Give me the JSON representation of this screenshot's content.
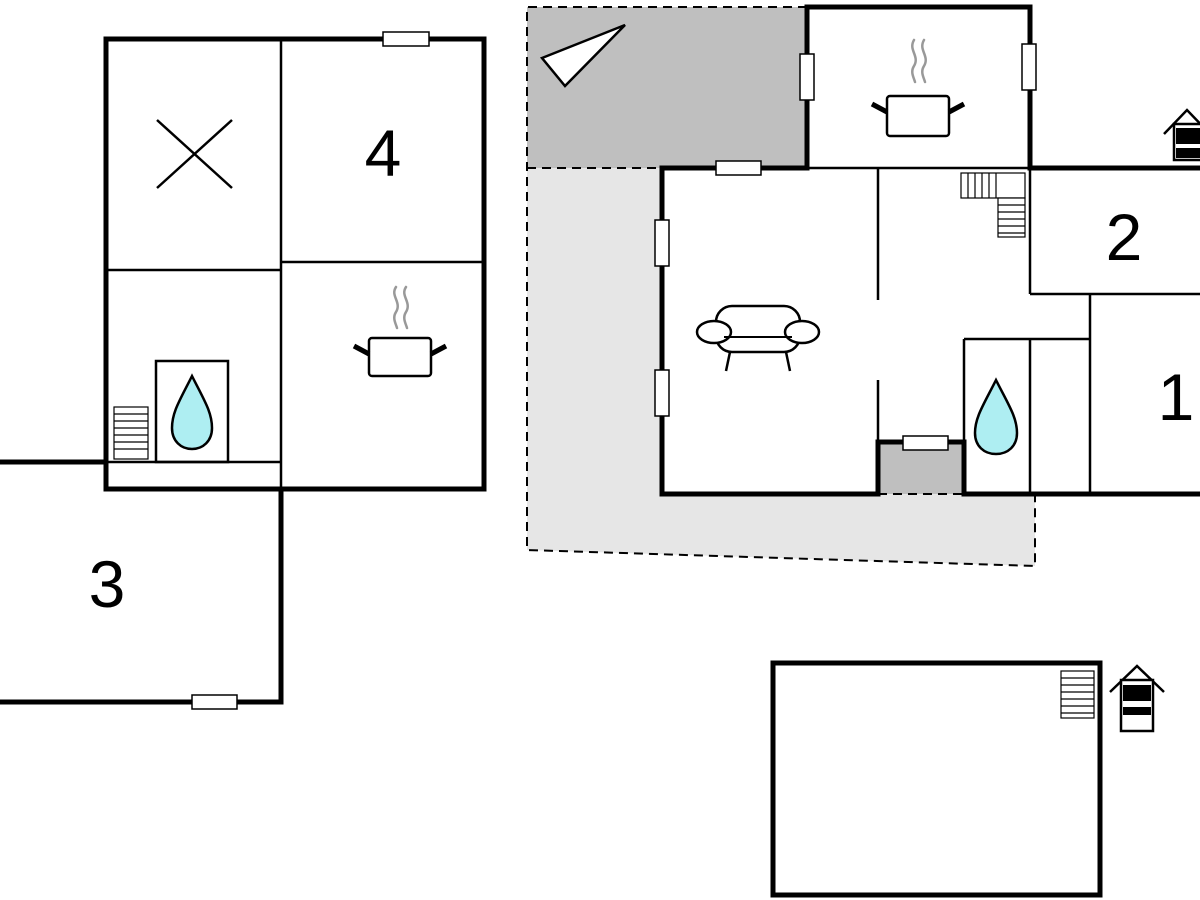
{
  "colors": {
    "terrace_dark": "#bfbfbf",
    "terrace_light": "#e6e6e6",
    "water": "#aeeef2",
    "steam": "#999999",
    "wall": "#000000"
  },
  "rooms": {
    "label_3": "3",
    "label_4": "4",
    "label_2": "2",
    "label_1": "1"
  },
  "icons": [
    "x-mark-icon",
    "pot-icon",
    "water-drop-icon",
    "sofa-icon",
    "stairs-icon",
    "house-entrance-icon",
    "compass-icon"
  ]
}
